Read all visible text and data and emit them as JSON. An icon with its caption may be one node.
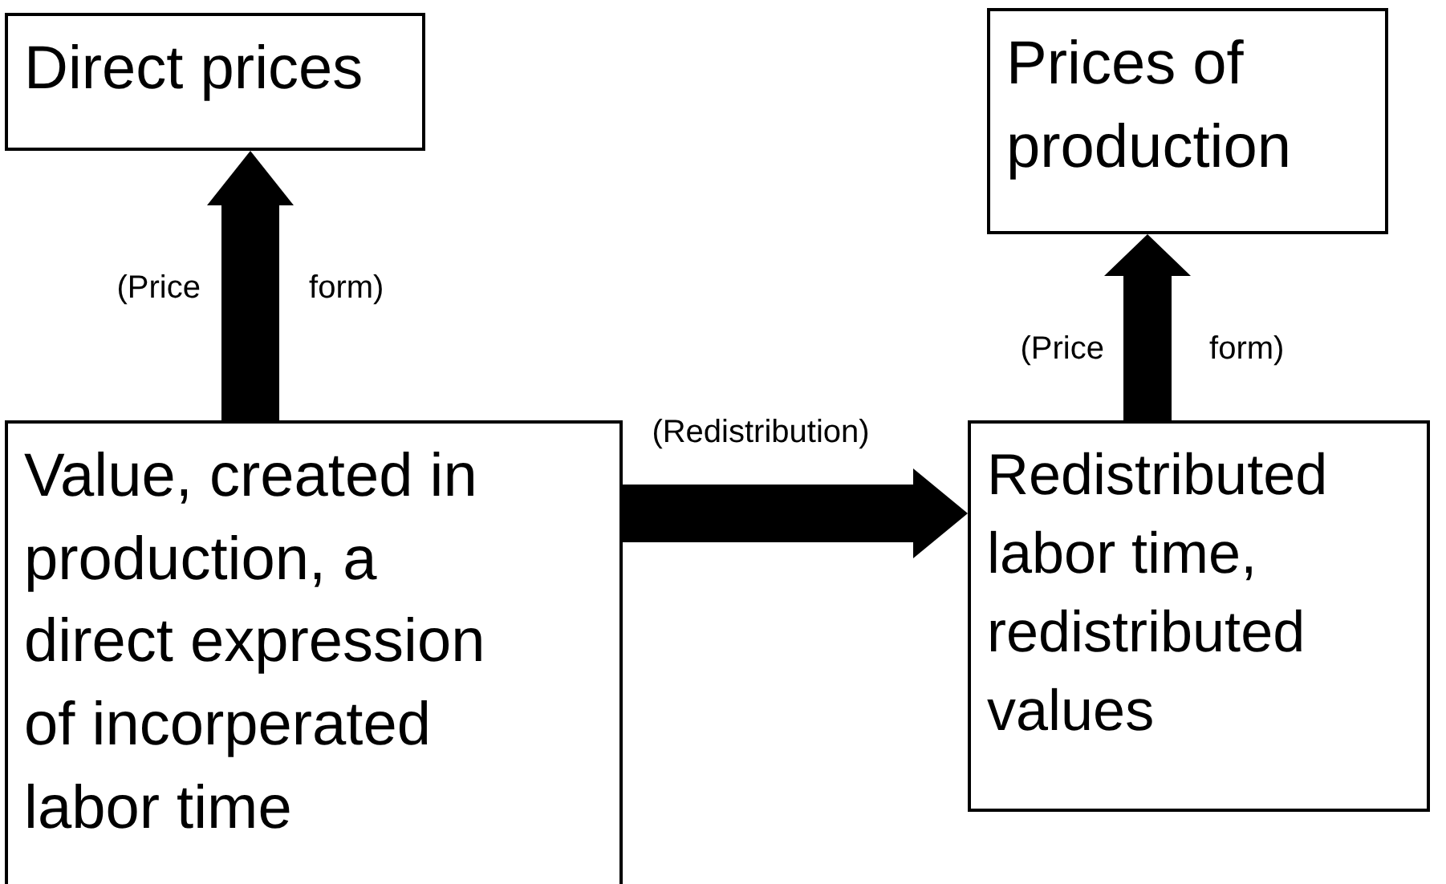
{
  "diagram": {
    "nodes": [
      {
        "text": [
          "Direct prices"
        ]
      },
      {
        "text": [
          "Prices of production"
        ]
      },
      {
        "text": [
          "Value, created in production, a direct expression of incorperated labor time"
        ]
      },
      {
        "text": [
          "Redistributed labor time, redistributed values"
        ]
      }
    ],
    "edges": [
      {
        "from": 2,
        "to": 0,
        "arrow": "to",
        "label": "(Price form)"
      },
      {
        "from": 2,
        "to": 3,
        "arrow": "to",
        "label": "(Redistribution)"
      },
      {
        "from": 3,
        "to": 1,
        "arrow": "to",
        "label": "(Price form)"
      }
    ]
  }
}
